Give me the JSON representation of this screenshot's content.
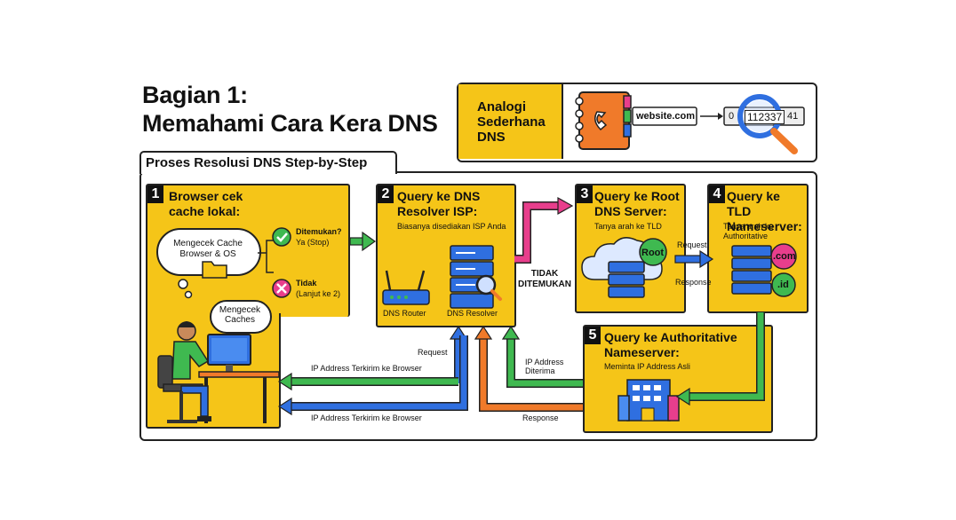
{
  "title": {
    "line1": "Bagian 1:",
    "line2": "Memahami Cara Kera DNS"
  },
  "analogy": {
    "label": "Analogi Sederhana DNS",
    "phonebook_entry": "website.com",
    "number_prefix": "0",
    "number_highlight": "112337",
    "number_suffix": "41"
  },
  "process": {
    "header": "Proses Resolusi DNS Step-by-Step",
    "step1": {
      "number": "1",
      "title": "Browser cek cache lokal:",
      "bubble": "Mengecek Cache Browser & OS",
      "found_title": "Ditemukan?",
      "found_sub": "Ya (Stop)",
      "notfound_title": "Tidak",
      "notfound_sub": "(Lanjut ke 2)",
      "person_bubble": "Mengecek Caches"
    },
    "step2": {
      "number": "2",
      "title": "Query ke DNS Resolver ISP:",
      "subtitle": "Biasanya disediakan ISP Anda",
      "router_label": "DNS Router",
      "resolver_label": "DNS Resolver"
    },
    "not_found_label": "TIDAK DITEMUKAN",
    "step3": {
      "number": "3",
      "title": "Query ke Root DNS Server:",
      "subtitle": "Tanya arah ke TLD",
      "root_label": "Root"
    },
    "request_label": "Request",
    "response_label": "Response",
    "step4": {
      "number": "4",
      "title": "Query ke TLD Nameserver:",
      "subtitle": "Tanya arah ke Authoritative",
      "tld_com": ".com",
      "tld_id": ".id"
    },
    "step5": {
      "number": "5",
      "title": "Query ke Authoritative Nameserver:",
      "subtitle": "Meminta IP Address Asli"
    },
    "flow": {
      "ip_sent_1": "IP Address Terkirim ke Browser",
      "ip_sent_2": "IP Address Terkirim ke Browser",
      "request": "Request",
      "ip_received": "IP Address Diterima",
      "response": "Response"
    }
  },
  "colors": {
    "accent_yellow": "#f5c518",
    "green": "#3fb950",
    "blue": "#2f6fe0",
    "orange": "#f07a2a",
    "pink": "#e83e8c"
  }
}
